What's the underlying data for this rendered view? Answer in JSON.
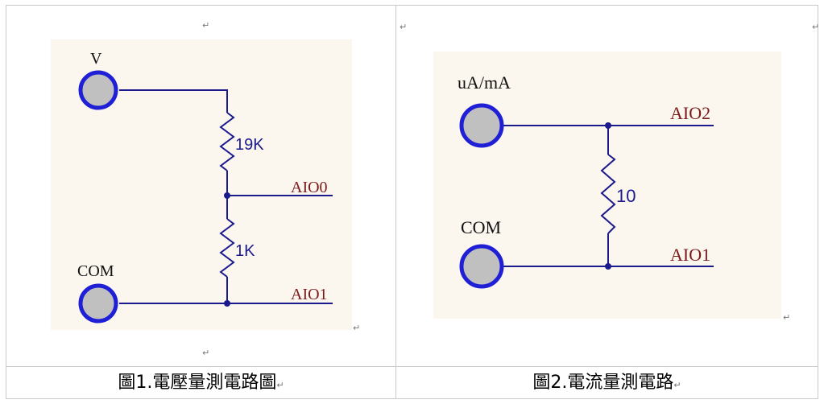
{
  "figure1": {
    "terminal_top": "V",
    "terminal_bottom": "COM",
    "resistor_top": "19K",
    "resistor_bottom": "1K",
    "output_mid": "AIO0",
    "output_bottom": "AIO1",
    "caption": "圖1.電壓量測電路圖"
  },
  "figure2": {
    "terminal_top": "uA/mA",
    "terminal_bottom": "COM",
    "resistor": "10",
    "output_top": "AIO2",
    "output_bottom": "AIO1",
    "caption": "圖2.電流量測電路"
  },
  "marks": {
    "return_symbol": "↵"
  },
  "colors": {
    "wire": "#1a1a8c",
    "terminal_ring": "#1f1fd6",
    "terminal_fill": "#c0c0c0",
    "output_label": "#7a1a1a",
    "panel_bg": "#fbf6ee"
  }
}
